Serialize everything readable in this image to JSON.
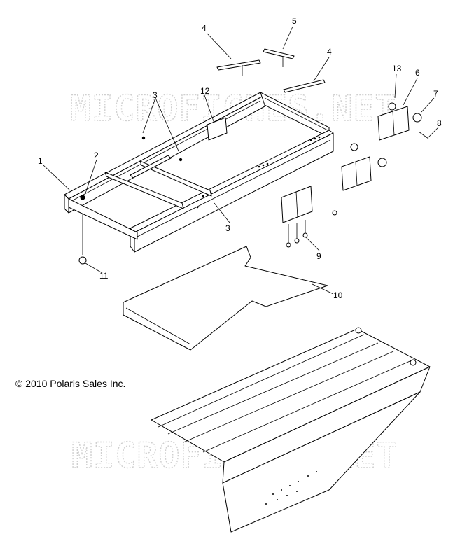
{
  "copyright": "© 2010 Polaris Sales Inc.",
  "watermark": "MICROFICHES.NET",
  "callouts": {
    "c1": "1",
    "c2": "2",
    "c3a": "3",
    "c3b": "3",
    "c4a": "4",
    "c4b": "4",
    "c5": "5",
    "c6": "6",
    "c7": "7",
    "c8": "8",
    "c9": "9",
    "c10": "10",
    "c11": "11",
    "c12": "12",
    "c13": "13"
  }
}
